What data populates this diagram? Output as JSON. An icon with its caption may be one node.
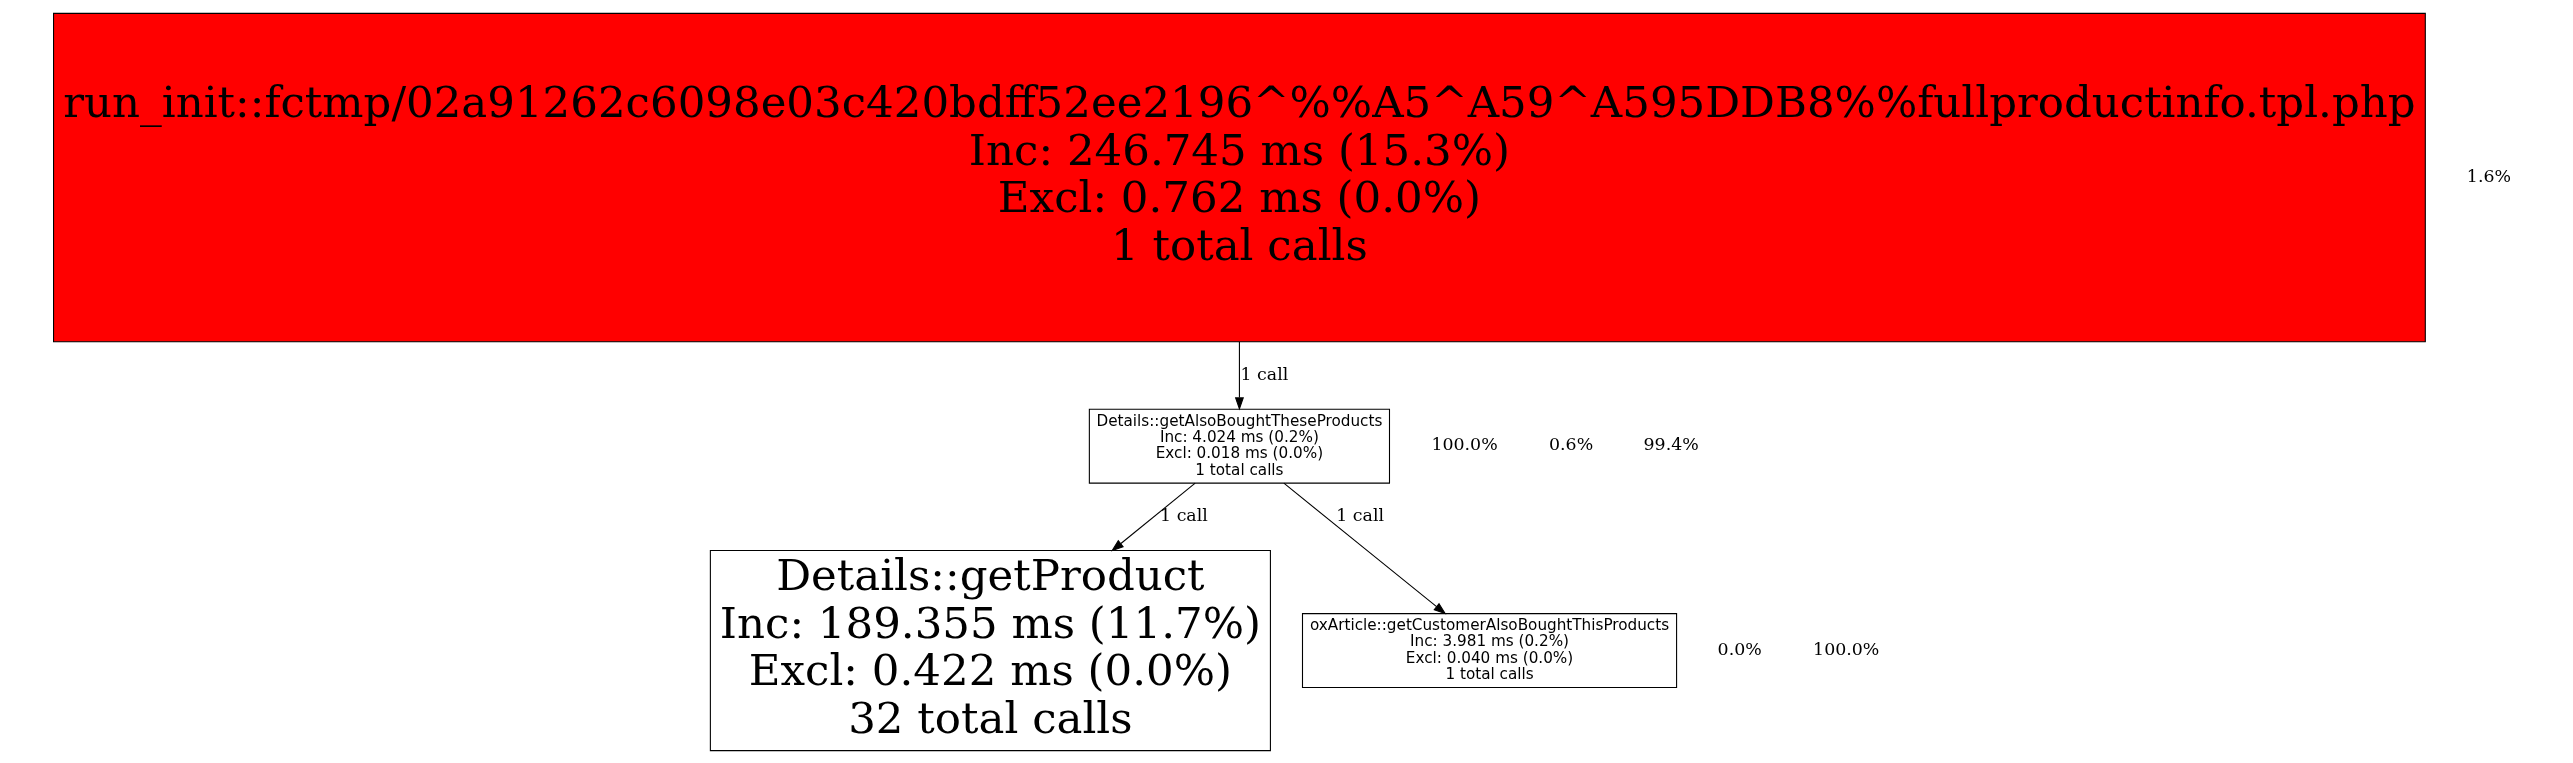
{
  "diagram": {
    "nodes": [
      {
        "text": [
          "run_init::fctmp/02a91262c6098e03c420bdff52ee2196^%%A5^A59^A595DDB8%%fullproductinfo.tpl.php",
          "Inc: 246.745 ms (15.3%)",
          "Excl: 0.762 ms (0.0%)",
          "1 total calls"
        ]
      },
      {
        "text": [
          "Details::getAlsoBoughtTheseProducts",
          "Inc: 4.024 ms (0.2%)",
          "Excl: 0.018 ms (0.0%)",
          "1 total calls"
        ]
      },
      {
        "text": [
          "Details::getProduct",
          "Inc: 189.355 ms (11.7%)",
          "Excl: 0.422 ms (0.0%)",
          "32 total calls"
        ]
      },
      {
        "text": [
          "oxArticle::getCustomerAlsoBoughtThisProducts",
          "Inc: 3.981 ms (0.2%)",
          "Excl: 0.040 ms (0.0%)",
          "1 total calls"
        ]
      }
    ],
    "edges": [
      {
        "from": 0,
        "to": 1,
        "arrow": "to",
        "label": "1 call"
      },
      {
        "from": 1,
        "to": 2,
        "arrow": "to",
        "label": "1 call"
      },
      {
        "from": 1,
        "to": 3,
        "arrow": "to",
        "label": "1 call"
      }
    ],
    "labels": [
      "1.6%",
      "100.0%",
      "0.6%",
      "99.4%",
      "0.0%",
      "100.0%"
    ]
  }
}
